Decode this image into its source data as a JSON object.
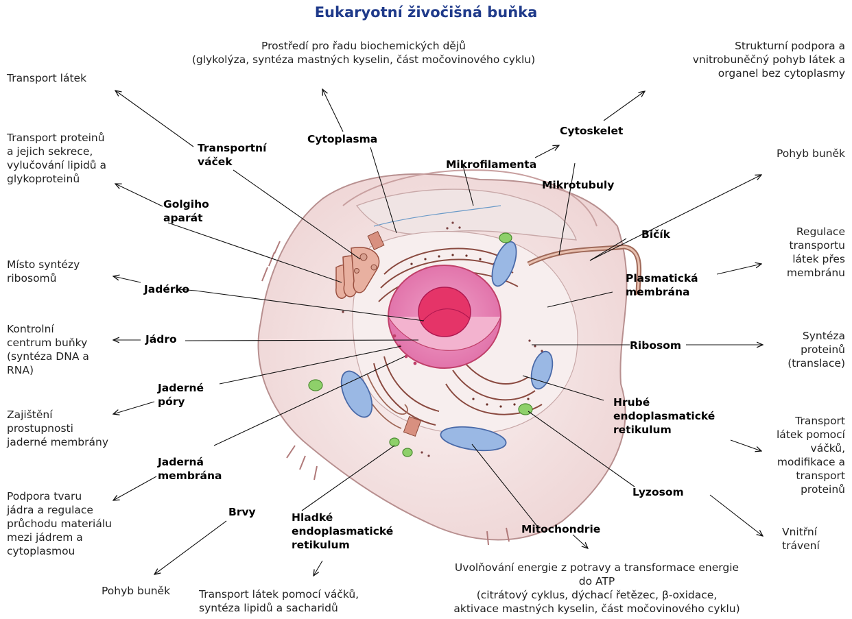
{
  "title": "Eukaryotní živočišná buňka",
  "labels": {
    "transportni_vacek": "Transportní\nváček",
    "golgiho_aparat": "Golgiho\naparát",
    "jaderko": "Jadérko",
    "jadro": "Jádro",
    "jaderne_pory": "Jaderné\npóry",
    "jaderna_membrana": "Jaderná\nmembrána",
    "brvy": "Brvy",
    "hladke_er": "Hladké\nendoplasmatické\nretikulum",
    "cytoplasma": "Cytoplasma",
    "mikrofilamenta": "Mikrofilamenta",
    "cytoskelet": "Cytoskelet",
    "mikrotubuly": "Mikrotubuly",
    "bicik": "Bičík",
    "plasmaticka_membrana": "Plasmatická\nmembrána",
    "ribosom": "Ribosom",
    "hrube_er": "Hrubé\nendoplasmatické\nretikulum",
    "lyzosom": "Lyzosom",
    "mitochondrie": "Mitochondrie"
  },
  "descriptions": {
    "transport_latek": "Transport látek",
    "transport_proteinu": "Transport proteinů\na jejich sekrece,\nvylučování lipidů a\nglykoproteinů",
    "misto_syntezy": "Místo syntézy\nribosomů",
    "kontrolni_centrum": "Kontrolní\ncentrum buňky\n(syntéza DNA a\nRNA)",
    "zajisteni": "Zajištění\nprostupnosti\njaderné membrány",
    "podpora_tvaru": "Podpora tvaru\njádra a regulace\nprůchodu materiálu\nmezi jádrem a\ncytoplasmou",
    "pohyb_bunek_left": "Pohyb buněk",
    "hladke_er_func": "Transport látek pomocí váčků,\nsyntéza lipidů a sacharidů",
    "cytoplasma_func": "Prostředí pro řadu biochemických dějů\n(glykolýza, syntéza mastných kyselin, část močovinového cyklu)",
    "cytoskelet_func": "Strukturní podpora a\nvnitrobuněčný pohyb látek a\norganel bez cytoplasmy",
    "pohyb_bunek_right": "Pohyb buněk",
    "regulace": "Regulace\ntransportu\nlátek přes\nmembránu",
    "synteza_proteinu": "Syntéza\nproteinů\n(translace)",
    "hrube_er_func": "Transport\nlátek pomocí\nváčků,\nmodifikace a\ntransport\nproteinů",
    "vnitrni_traveni": "Vnitřní\ntrávení",
    "mitochondrie_func": "Uvolňování energie z potravy a transformace energie\ndo ATP\n(citrátový cyklus, dýchací řetězec, β-oxidace,\naktivace mastných kyselin, část močovinového cyklu)"
  },
  "colors": {
    "title": "#1f3a8a",
    "cell_outer": "#f2dede",
    "cytoplasm": "#f7ecec",
    "nucleus": "#e87fb0",
    "nucleolus": "#e0306a",
    "mitochondria": "#8fb0e0",
    "lysosome": "#8fd16a",
    "rough_er": "#b8786a"
  }
}
